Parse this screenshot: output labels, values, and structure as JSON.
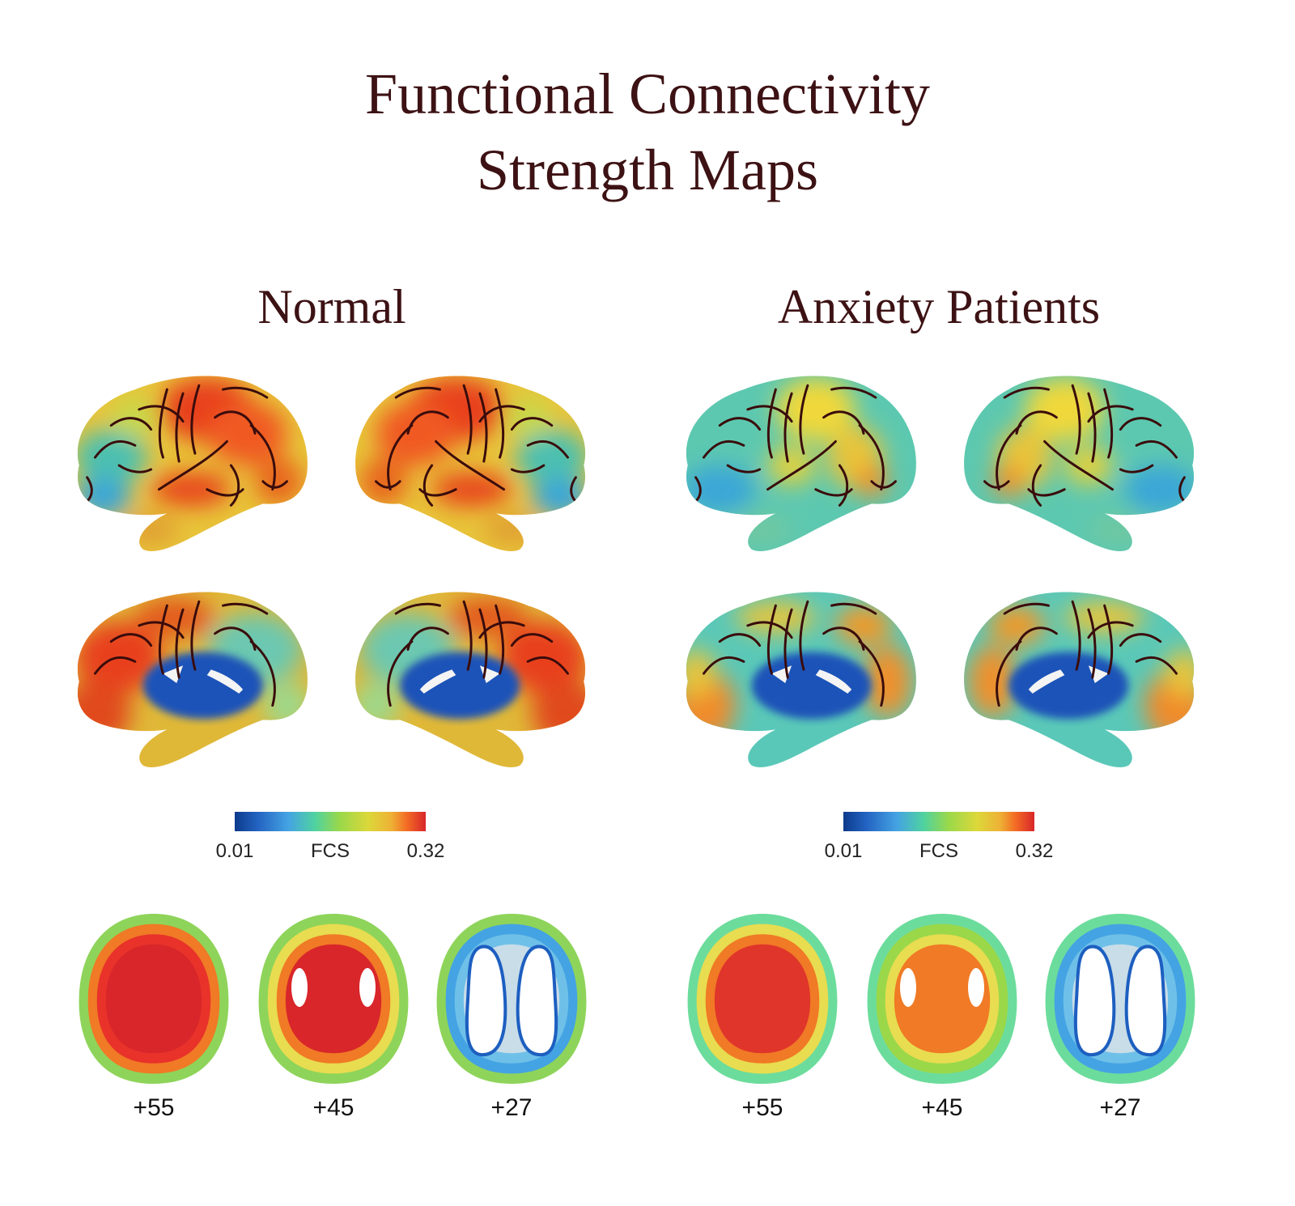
{
  "title": {
    "line1": "Functional Connectivity",
    "line2": "Strength Maps"
  },
  "groups": [
    {
      "label": "Normal",
      "colorbar": {
        "min_label": "0.01",
        "mid_label": "FCS",
        "max_label": "0.32"
      },
      "slices": [
        {
          "label": "+55"
        },
        {
          "label": "+45"
        },
        {
          "label": "+27"
        }
      ],
      "overall_intensity": "high"
    },
    {
      "label": "Anxiety Patients",
      "colorbar": {
        "min_label": "0.01",
        "mid_label": "FCS",
        "max_label": "0.32"
      },
      "slices": [
        {
          "label": "+55"
        },
        {
          "label": "+45"
        },
        {
          "label": "+27"
        }
      ],
      "overall_intensity": "moderate"
    }
  ],
  "colormap": {
    "name": "jet-like",
    "stops": [
      "#0d3b8c",
      "#2f7fd6",
      "#45aee6",
      "#4fd1a6",
      "#6fdc6a",
      "#b8dc3c",
      "#e6d83a",
      "#f0a330",
      "#f36c24",
      "#d8262a"
    ],
    "range": [
      0.01,
      0.32
    ]
  },
  "views": [
    "lateral-left",
    "lateral-right",
    "medial-left",
    "medial-right"
  ],
  "sulcus_color": "#3a0c0c"
}
